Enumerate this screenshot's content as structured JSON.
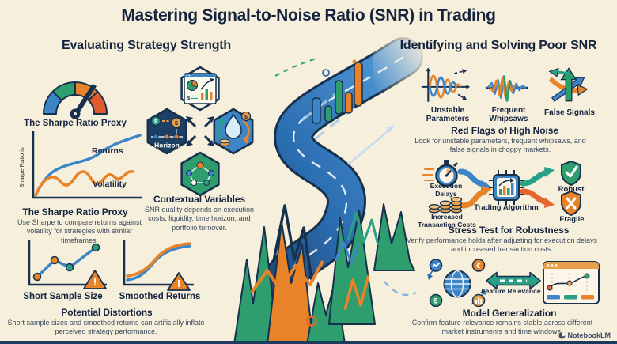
{
  "title": "Mastering Signal-to-Noise Ratio (SNR) in Trading",
  "watermark": "NotebookLM",
  "glyphs": {
    "dollar": "$",
    "euro": "€",
    "warning": "!"
  },
  "colors": {
    "background": "#f6efdc",
    "navy": "#16304d",
    "blue": "#3c85c6",
    "orange": "#e8832a",
    "green": "#2f9e6e",
    "teal": "#2aa187",
    "red_orange": "#e05a2b"
  },
  "left": {
    "header": "Evaluating Strategy Strength",
    "gauge_label": "The Sharpe Ratio Proxy",
    "chart": {
      "y_axis": "Sharpe Ratio is",
      "series1": "Returns",
      "series2": "Volatility"
    },
    "sharpe": {
      "heading": "The Sharpe Ratio Proxy",
      "description": "Use Sharpe to compare returns against volatility for strategies with similar timeframes."
    },
    "hexagons": {
      "horizon": "Horizon",
      "heading": "Contextual Variables",
      "description": "SNR quality depends on execution costs, liquidity, time horizon, and portfolio turnover."
    },
    "distortions": {
      "chart1": "Short Sample Size",
      "chart2": "Smoothed Returns",
      "heading": "Potential Distortions",
      "description": "Short sample sizes and smoothed returns can artificially inflate perceived strategy performance."
    }
  },
  "right": {
    "header": "Identifying and Solving Poor SNR",
    "flags": {
      "icon1": "Unstable Parameters",
      "icon2": "Frequent Whipsaws",
      "icon3": "False Signals",
      "heading": "Red Flags of High Noise",
      "description": "Look for unstable parameters, frequent whipsaws, and false signals in choppy markets."
    },
    "stress": {
      "input1": "Execution Delays",
      "input2": "Increased Transaction Costs",
      "process": "Trading Algorithm",
      "outcome_good": "Robust",
      "outcome_bad": "Fragile",
      "heading": "Stress Test for Robustness",
      "description": "Verify performance holds after adjusting for execution delays and increased transaction costs."
    },
    "general": {
      "arrow_label": "Feature Relevance",
      "heading": "Model Generalization",
      "description": "Confirm feature relevance remains stable across different market instruments and time windows."
    }
  }
}
